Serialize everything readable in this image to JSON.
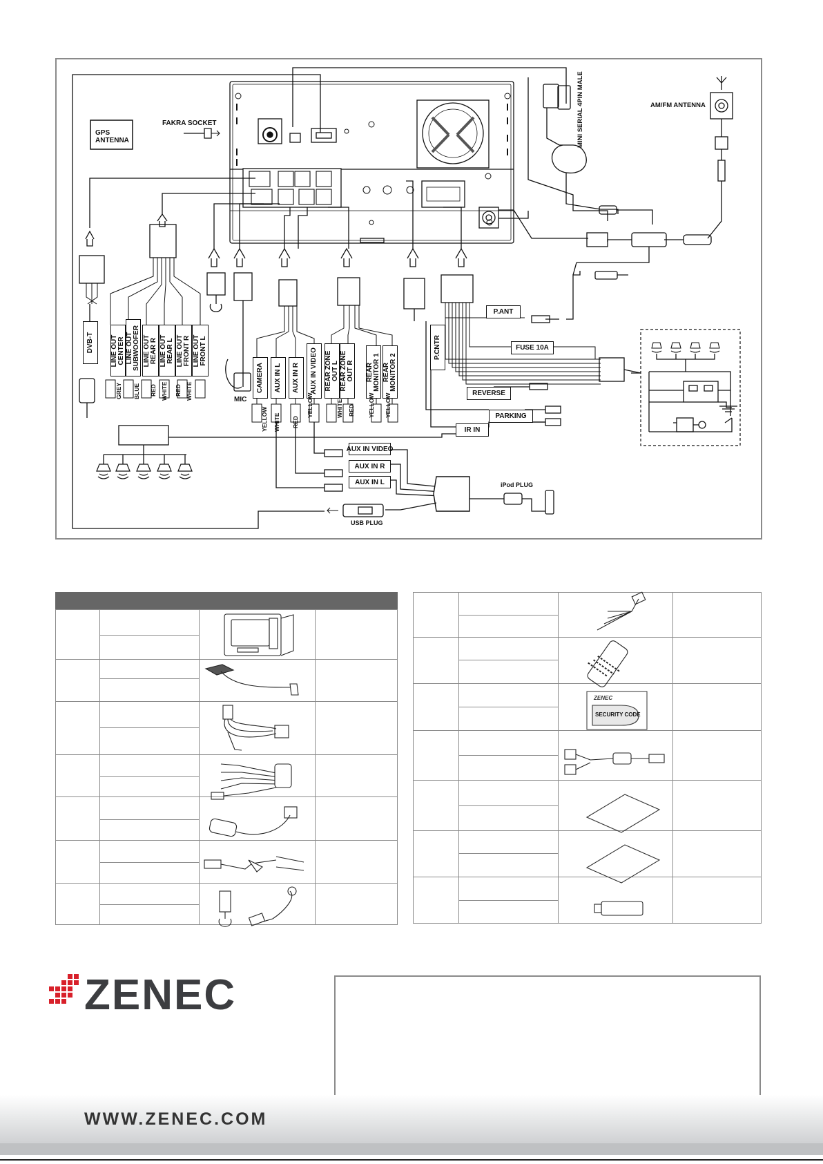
{
  "labels": {
    "gps_antenna": "GPS\nANTENNA",
    "fakra_socket": "FAKRA SOCKET",
    "mini_serial": "MINI SERIAL 4PIN MALE",
    "am_fm_antenna": "AM/FM ANTENNA",
    "dvb_t": "DVB-T",
    "mic": "MIC",
    "p_ant": "P.ANT",
    "p_cntr": "P.CNTR",
    "fuse": "FUSE 10A",
    "reverse": "REVERSE",
    "parking": "PARKING",
    "ir_in": "IR IN",
    "aux_in_video_box": "AUX IN VIDEO",
    "aux_in_r_box": "AUX IN R",
    "aux_in_l_box": "AUX IN L",
    "ipod_plug": "iPod PLUG",
    "usb_plug": "USB PLUG"
  },
  "rca_boxes": [
    {
      "id": "line-out-center",
      "text": "LINE OUT\nCENTER"
    },
    {
      "id": "line-out-subwoofer",
      "text": "LINE OUT\nSUBWOOFER"
    },
    {
      "id": "line-out-rear-r",
      "text": "LINE OUT\nREAR R"
    },
    {
      "id": "line-out-rear-l",
      "text": "LINE OUT\nREAR L"
    },
    {
      "id": "line-out-front-r",
      "text": "LINE OUT\nFRONT R"
    },
    {
      "id": "line-out-front-l",
      "text": "LINE OUT\nFRONT L"
    },
    {
      "id": "camera",
      "text": "CAMERA"
    },
    {
      "id": "aux-in-l",
      "text": "AUX IN L"
    },
    {
      "id": "aux-in-r",
      "text": "AUX IN R"
    },
    {
      "id": "aux-in-video",
      "text": "AUX IN VIDEO"
    },
    {
      "id": "rear-zone-out-l",
      "text": "REAR ZONE\nOUT L"
    },
    {
      "id": "rear-zone-out-r",
      "text": "REAR ZONE\nOUT R"
    },
    {
      "id": "rear-monitor-1",
      "text": "REAR\nMONITOR 1"
    },
    {
      "id": "rear-monitor-2",
      "text": "REAR\nMONITOR 2"
    }
  ],
  "wire_colors": [
    {
      "id": "grey",
      "text": "GREY"
    },
    {
      "id": "blue",
      "text": "BLUE"
    },
    {
      "id": "red-1",
      "text": "RED"
    },
    {
      "id": "white-1",
      "text": "WHITE"
    },
    {
      "id": "red-2",
      "text": "RED"
    },
    {
      "id": "white-2",
      "text": "WHITE"
    },
    {
      "id": "yellow-cam",
      "text": "YELLOW"
    },
    {
      "id": "white-aux",
      "text": "WHITE"
    },
    {
      "id": "red-aux",
      "text": "RED"
    },
    {
      "id": "yellow-aux",
      "text": "YELLOW"
    },
    {
      "id": "white-rz",
      "text": "WHITE"
    },
    {
      "id": "red-rz",
      "text": "RED"
    },
    {
      "id": "yellow-m1",
      "text": "YELLOW"
    },
    {
      "id": "yellow-m2",
      "text": "YELLOW"
    }
  ],
  "branding": {
    "logo": "ZENEC",
    "url": "WWW.ZENEC.COM",
    "security_card_brand": "ZENEC",
    "security_card_text": "SECURITY CODE"
  },
  "colors": {
    "brand_red": "#d8202a",
    "brand_gray": "#3c3d40",
    "table_border": "#8a8a8a",
    "table_header": "#666666"
  }
}
